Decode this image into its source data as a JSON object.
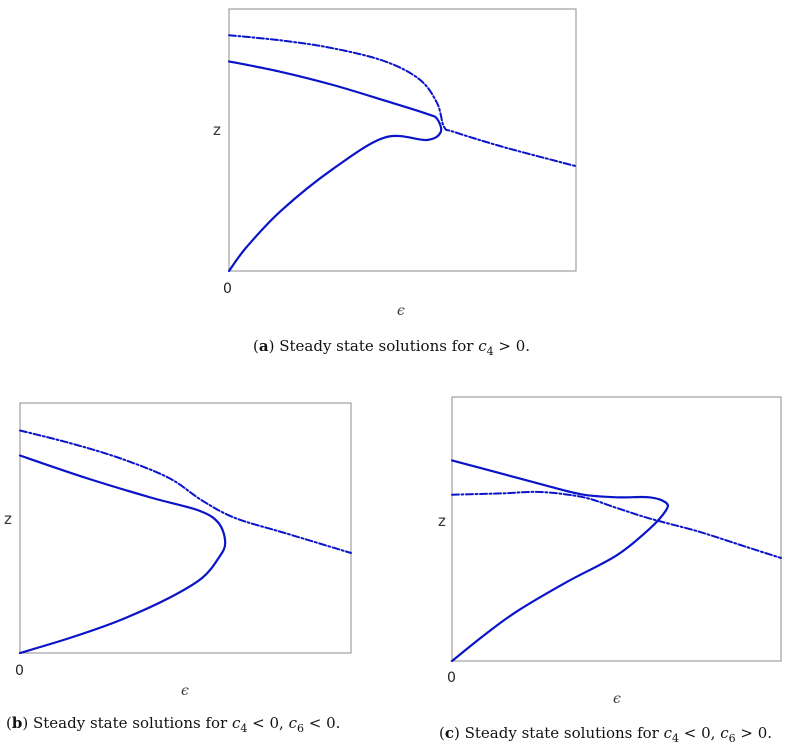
{
  "colors": {
    "curve": "#0a14c8",
    "frame": "#8c8c8c"
  },
  "panels": [
    {
      "id": "a",
      "ylabel": "z",
      "xlabel": "ϵ",
      "x_origin_tick": "0",
      "caption": {
        "letter": "a",
        "text": "Steady state solutions for ",
        "cond1": "c",
        "cond1_sub": "4",
        "cond1_rel": " > 0."
      }
    },
    {
      "id": "b",
      "ylabel": "z",
      "xlabel": "ϵ",
      "x_origin_tick": "0",
      "caption": {
        "letter": "b",
        "text": "Steady state solutions for ",
        "cond1": "c",
        "cond1_sub": "4",
        "cond1_rel": " < 0, ",
        "cond2": "c",
        "cond2_sub": "6",
        "cond2_rel": " < 0."
      }
    },
    {
      "id": "c",
      "ylabel": "z",
      "xlabel": "ϵ",
      "x_origin_tick": "0",
      "caption": {
        "letter": "c",
        "text": "Steady state solutions for ",
        "cond1": "c",
        "cond1_sub": "4",
        "cond1_rel": " < 0, ",
        "cond2": "c",
        "cond2_sub": "6",
        "cond2_rel": " > 0."
      }
    }
  ],
  "chart_data": [
    {
      "type": "line",
      "panel": "a",
      "xlabel": "ϵ",
      "ylabel": "z",
      "xlim": [
        0,
        1
      ],
      "ylim": [
        0,
        1
      ],
      "grid": false,
      "series": [
        {
          "style": "solid",
          "points": [
            [
              0.0,
              0.0
            ],
            [
              0.05,
              0.09
            ],
            [
              0.15,
              0.23
            ],
            [
              0.3,
              0.39
            ],
            [
              0.45,
              0.51
            ],
            [
              0.57,
              0.5
            ],
            [
              0.61,
              0.53
            ],
            [
              0.6,
              0.58
            ],
            [
              0.57,
              0.6
            ],
            [
              0.45,
              0.65
            ],
            [
              0.3,
              0.71
            ],
            [
              0.15,
              0.76
            ],
            [
              0.0,
              0.8
            ]
          ]
        },
        {
          "style": "dashdot",
          "points": [
            [
              0.0,
              0.9
            ],
            [
              0.15,
              0.88
            ],
            [
              0.3,
              0.85
            ],
            [
              0.45,
              0.8
            ],
            [
              0.55,
              0.73
            ],
            [
              0.6,
              0.64
            ],
            [
              0.62,
              0.55
            ],
            [
              0.65,
              0.53
            ],
            [
              0.8,
              0.47
            ],
            [
              1.0,
              0.4
            ]
          ]
        }
      ]
    },
    {
      "type": "line",
      "panel": "b",
      "xlabel": "ϵ",
      "ylabel": "z",
      "xlim": [
        0,
        1
      ],
      "ylim": [
        0,
        1
      ],
      "grid": false,
      "series": [
        {
          "style": "solid",
          "points": [
            [
              0.0,
              0.0
            ],
            [
              0.15,
              0.06
            ],
            [
              0.3,
              0.13
            ],
            [
              0.45,
              0.22
            ],
            [
              0.55,
              0.3
            ],
            [
              0.6,
              0.38
            ],
            [
              0.62,
              0.44
            ],
            [
              0.6,
              0.52
            ],
            [
              0.54,
              0.57
            ],
            [
              0.4,
              0.62
            ],
            [
              0.2,
              0.7
            ],
            [
              0.0,
              0.79
            ]
          ]
        },
        {
          "style": "dashdot",
          "points": [
            [
              0.0,
              0.89
            ],
            [
              0.15,
              0.84
            ],
            [
              0.3,
              0.78
            ],
            [
              0.45,
              0.7
            ],
            [
              0.55,
              0.61
            ],
            [
              0.65,
              0.54
            ],
            [
              0.8,
              0.48
            ],
            [
              1.0,
              0.4
            ]
          ]
        }
      ]
    },
    {
      "type": "line",
      "panel": "c",
      "xlabel": "ϵ",
      "ylabel": "z",
      "xlim": [
        0,
        1
      ],
      "ylim": [
        0,
        1
      ],
      "grid": false,
      "series": [
        {
          "style": "solid",
          "points": [
            [
              0.0,
              0.0
            ],
            [
              0.1,
              0.1
            ],
            [
              0.2,
              0.19
            ],
            [
              0.35,
              0.3
            ],
            [
              0.5,
              0.4
            ],
            [
              0.6,
              0.5
            ],
            [
              0.65,
              0.57
            ],
            [
              0.65,
              0.6
            ],
            [
              0.6,
              0.62
            ],
            [
              0.5,
              0.62
            ],
            [
              0.4,
              0.63
            ],
            [
              0.3,
              0.66
            ],
            [
              0.15,
              0.71
            ],
            [
              0.0,
              0.76
            ]
          ]
        },
        {
          "style": "dashdot",
          "points": [
            [
              0.0,
              0.63
            ],
            [
              0.15,
              0.635
            ],
            [
              0.27,
              0.64
            ],
            [
              0.4,
              0.62
            ],
            [
              0.5,
              0.58
            ],
            [
              0.6,
              0.54
            ],
            [
              0.75,
              0.49
            ],
            [
              0.9,
              0.43
            ],
            [
              1.0,
              0.39
            ]
          ]
        }
      ]
    }
  ]
}
